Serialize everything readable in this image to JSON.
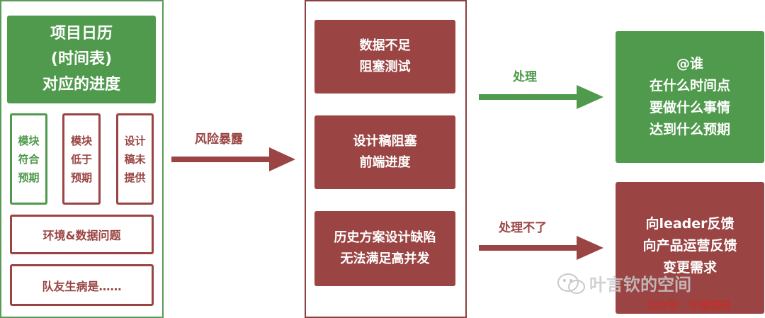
{
  "left_panel": {
    "header": "项目日历\n(时间表)\n对应的进度",
    "status_boxes": [
      {
        "text": "模块\n符合\n预期",
        "color": "#4f9a4c"
      },
      {
        "text": "模块\n低于\n预期",
        "color": "#9a4443"
      },
      {
        "text": "设计\n稿未\n提供",
        "color": "#9a4443"
      }
    ],
    "issue_rows": [
      "环境&数据问题",
      "队友生病是……"
    ]
  },
  "arrow_risk": {
    "label": "风险暴露"
  },
  "middle_panel": {
    "items": [
      "数据不足\n阻塞测试",
      "设计稿阻塞\n前端进度",
      "历史方案设计缺陷\n无法满足高并发"
    ]
  },
  "arrow_handle": {
    "label": "处理"
  },
  "arrow_unable": {
    "label": "处理不了"
  },
  "right_top": {
    "text": "@谁\n在什么时间点\n要做什么事情\n达到什么预期"
  },
  "right_bottom": {
    "text": "向leader反馈\n向产品运营反馈\n变更需求"
  },
  "watermark": {
    "text": "叶言钦的空间",
    "sub": "公众号：辛道源码"
  },
  "colors": {
    "green": "#4f9a4c",
    "red": "#9a4443",
    "arrow": "#9a4443"
  }
}
